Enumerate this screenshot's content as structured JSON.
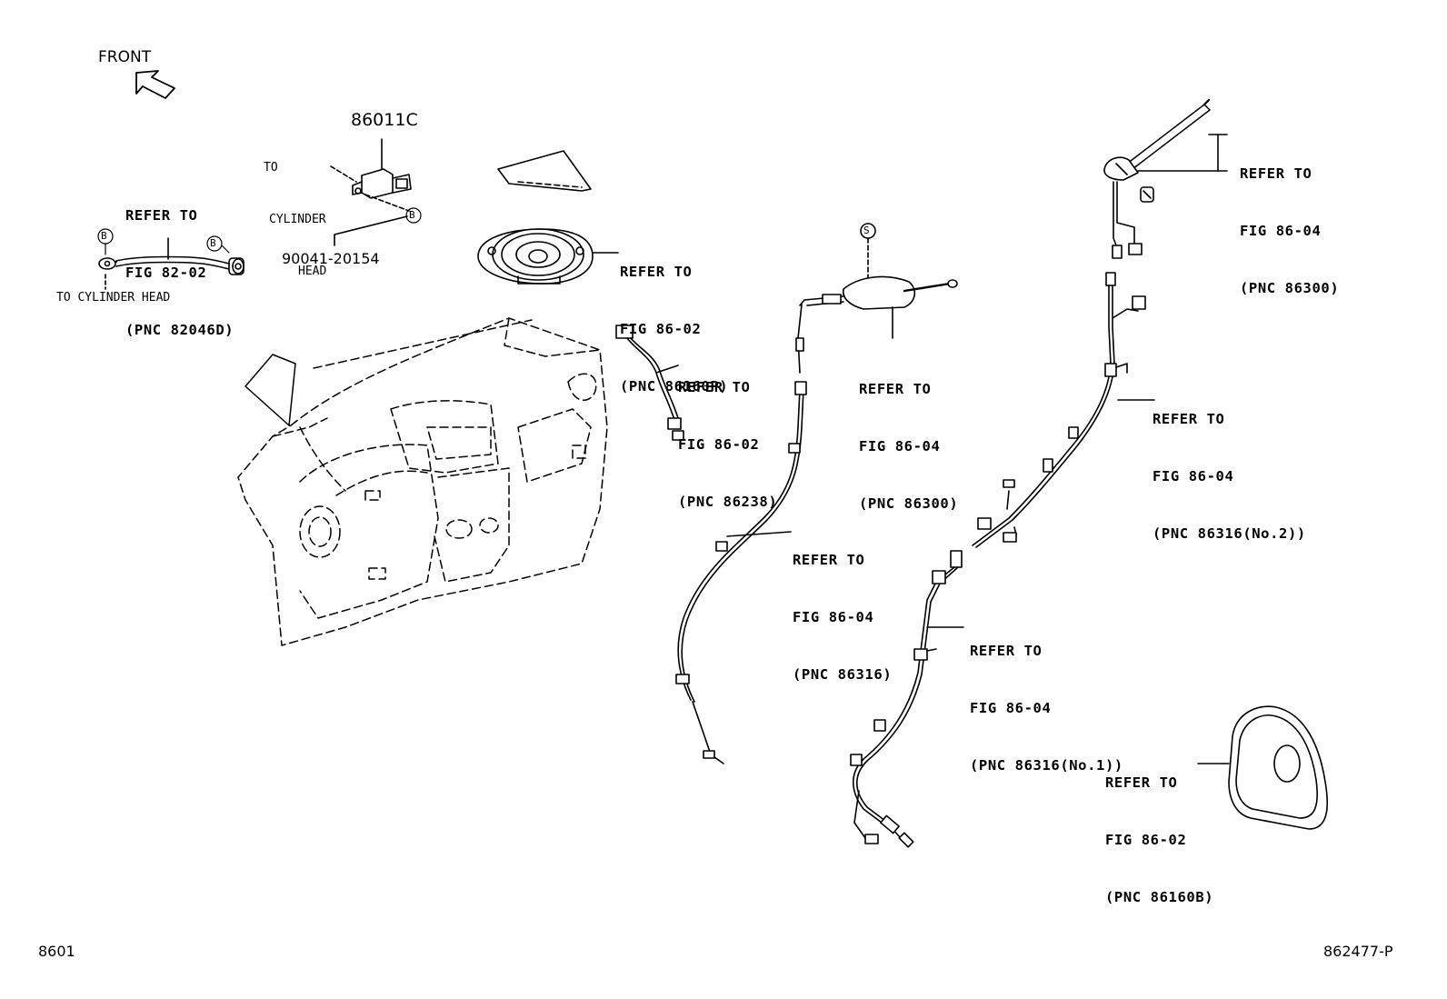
{
  "header": {
    "front_label": "FRONT",
    "icon": "front-direction-arrow-icon"
  },
  "callouts": {
    "refer_82_02": [
      "REFER TO",
      "FIG 82-02",
      "(PNC 82046D)"
    ],
    "refer_86_02_tweeter": [
      "REFER TO",
      "FIG 86-02",
      "(PNC 86160P)"
    ],
    "refer_86_02_wire": [
      "REFER TO",
      "FIG 86-02",
      "(PNC 86238)"
    ],
    "refer_86_04_antenna_center": [
      "REFER TO",
      "FIG 86-04",
      "(PNC 86300)"
    ],
    "refer_86_04_antenna_right": [
      "REFER TO",
      "FIG 86-04",
      "(PNC 86300)"
    ],
    "refer_86_04_cord_86316": [
      "REFER TO",
      "FIG 86-04",
      "(PNC 86316)"
    ],
    "refer_86_04_cord_no2": [
      "REFER TO",
      "FIG 86-04",
      "(PNC 86316(No.2))"
    ],
    "refer_86_04_cord_no1": [
      "REFER TO",
      "FIG 86-04",
      "(PNC 86316(No.1))"
    ],
    "refer_86_02_speaker": [
      "REFER TO",
      "FIG 86-02",
      "(PNC 86160B)"
    ]
  },
  "parts": {
    "sensor_part_number": "86011C",
    "bolt_part_number": "90041-20154",
    "to_cylinder_head_upper": [
      "TO",
      "CYLINDER",
      "HEAD"
    ],
    "to_cylinder_head_lower": "TO CYLINDER HEAD",
    "marker_b": "B",
    "marker_s": "S"
  },
  "footer": {
    "figure_code": "8601",
    "illustration_code": "862477-P"
  }
}
